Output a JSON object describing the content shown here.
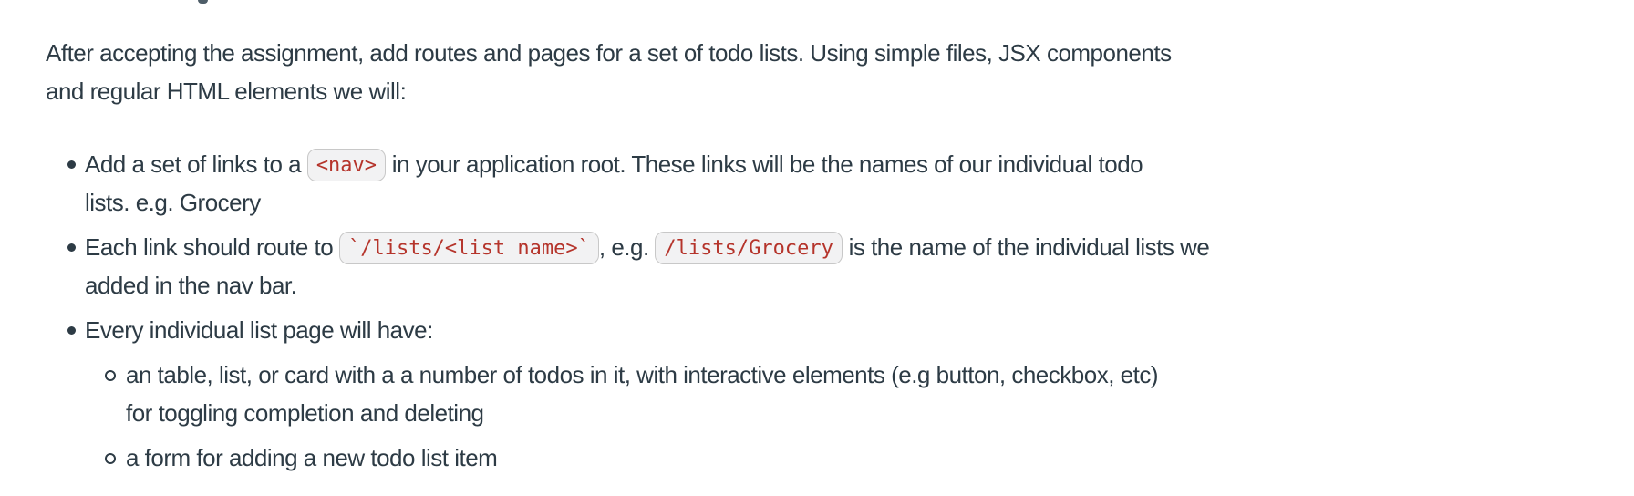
{
  "theme": {
    "background": "#ffffff",
    "text_color": "#2d3b45",
    "code_text_color": "#b5342b",
    "code_background": "#f2f2f3",
    "code_border_color": "#c8c8c8"
  },
  "intro": {
    "lines": [
      "After accepting the assignment, add routes and pages for a set of todo lists. Using simple files, JSX components",
      "and regular HTML elements we will:"
    ]
  },
  "list": {
    "items": [
      {
        "lines": [
          [
            {
              "type": "text",
              "value": "Add a set of links to a "
            },
            {
              "type": "code",
              "value": "<nav>"
            },
            {
              "type": "text",
              "value": " in your application root. These links will be the names of our individual todo"
            }
          ],
          [
            {
              "type": "text",
              "value": "lists. e.g. Grocery"
            }
          ]
        ]
      },
      {
        "lines": [
          [
            {
              "type": "text",
              "value": "Each link should route to "
            },
            {
              "type": "code",
              "value": "`/lists/<list name>`"
            },
            {
              "type": "text",
              "value": ", e.g. "
            },
            {
              "type": "code",
              "value": "/lists/Grocery"
            },
            {
              "type": "text",
              "value": " is the name of the individual lists we"
            }
          ],
          [
            {
              "type": "text",
              "value": "added in the nav bar."
            }
          ]
        ]
      },
      {
        "lines": [
          [
            {
              "type": "text",
              "value": "Every individual list page will have:"
            }
          ]
        ],
        "children": [
          {
            "lines": [
              [
                {
                  "type": "text",
                  "value": "an table, list, or card with a a number of todos in it, with interactive elements (e.g button, checkbox, etc)"
                }
              ],
              [
                {
                  "type": "text",
                  "value": "for toggling completion and deleting"
                }
              ]
            ]
          },
          {
            "lines": [
              [
                {
                  "type": "text",
                  "value": "a form for adding a new todo list item"
                }
              ]
            ]
          }
        ]
      }
    ]
  }
}
